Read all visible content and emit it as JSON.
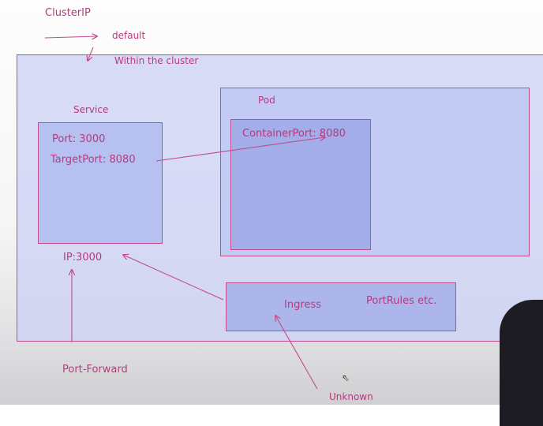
{
  "labels": {
    "title": "ClusterIP",
    "default": "default",
    "within_cluster": "Within the cluster",
    "service": "Service",
    "port": "Port: 3000",
    "target_port": "TargetPort: 8080",
    "pod": "Pod",
    "container_port": "ContainerPort: 8080",
    "ip": "IP:3000",
    "ingress": "Ingress",
    "port_rules": "PortRules etc.",
    "port_forward": "Port-Forward",
    "unknown": "Unknown"
  },
  "colors": {
    "ink": "#b53a7c",
    "box_border": "#c24b8a",
    "cluster_fill": "#cdd2f5",
    "inner_fill": "#a0aae8"
  },
  "icons": {
    "cursor": "mouse-pointer-icon"
  }
}
